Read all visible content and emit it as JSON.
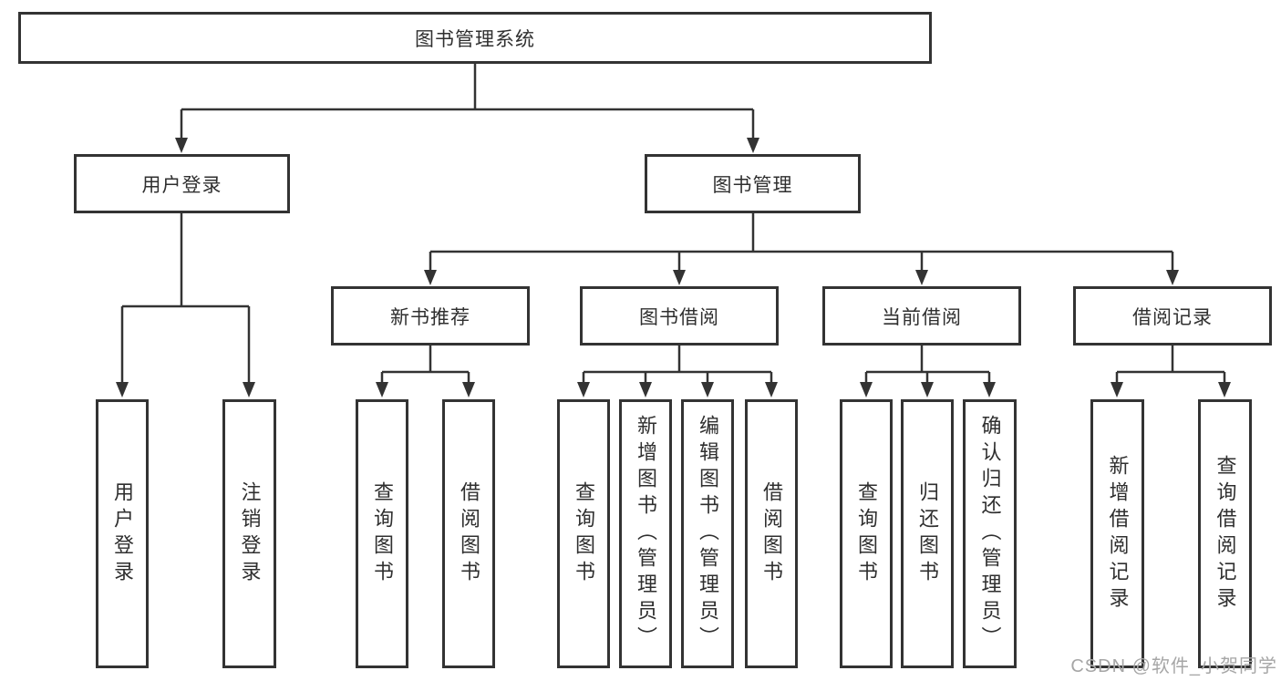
{
  "diagram": {
    "root": {
      "label": "图书管理系统"
    },
    "level2": [
      {
        "label": "用户登录"
      },
      {
        "label": "图书管理"
      }
    ],
    "level3": [
      {
        "label": "新书推荐",
        "parent": "图书管理"
      },
      {
        "label": "图书借阅",
        "parent": "图书管理"
      },
      {
        "label": "当前借阅",
        "parent": "图书管理"
      },
      {
        "label": "借阅记录",
        "parent": "图书管理"
      }
    ],
    "leaves": [
      {
        "label": "用户登录",
        "parent": "用户登录"
      },
      {
        "label": "注销登录",
        "parent": "用户登录"
      },
      {
        "label": "查询图书",
        "parent": "新书推荐"
      },
      {
        "label": "借阅图书",
        "parent": "新书推荐"
      },
      {
        "label": "查询图书",
        "parent": "图书借阅"
      },
      {
        "label": "新增图书（管理员）",
        "parent": "图书借阅"
      },
      {
        "label": "编辑图书（管理员）",
        "parent": "图书借阅"
      },
      {
        "label": "借阅图书",
        "parent": "图书借阅"
      },
      {
        "label": "查询图书",
        "parent": "当前借阅"
      },
      {
        "label": "归还图书",
        "parent": "当前借阅"
      },
      {
        "label": "确认归还（管理员）",
        "parent": "当前借阅"
      },
      {
        "label": "新增借阅记录",
        "parent": "借阅记录"
      },
      {
        "label": "查询借阅记录",
        "parent": "借阅记录"
      }
    ]
  },
  "watermark": {
    "text": "CSDN @软件_小贺同学"
  },
  "colors": {
    "line": "#333333",
    "box_border": "#333333",
    "box_fill": "#ffffff",
    "text": "#2f2f2f",
    "watermark": "#a6a6a6",
    "background": "#ffffff"
  }
}
